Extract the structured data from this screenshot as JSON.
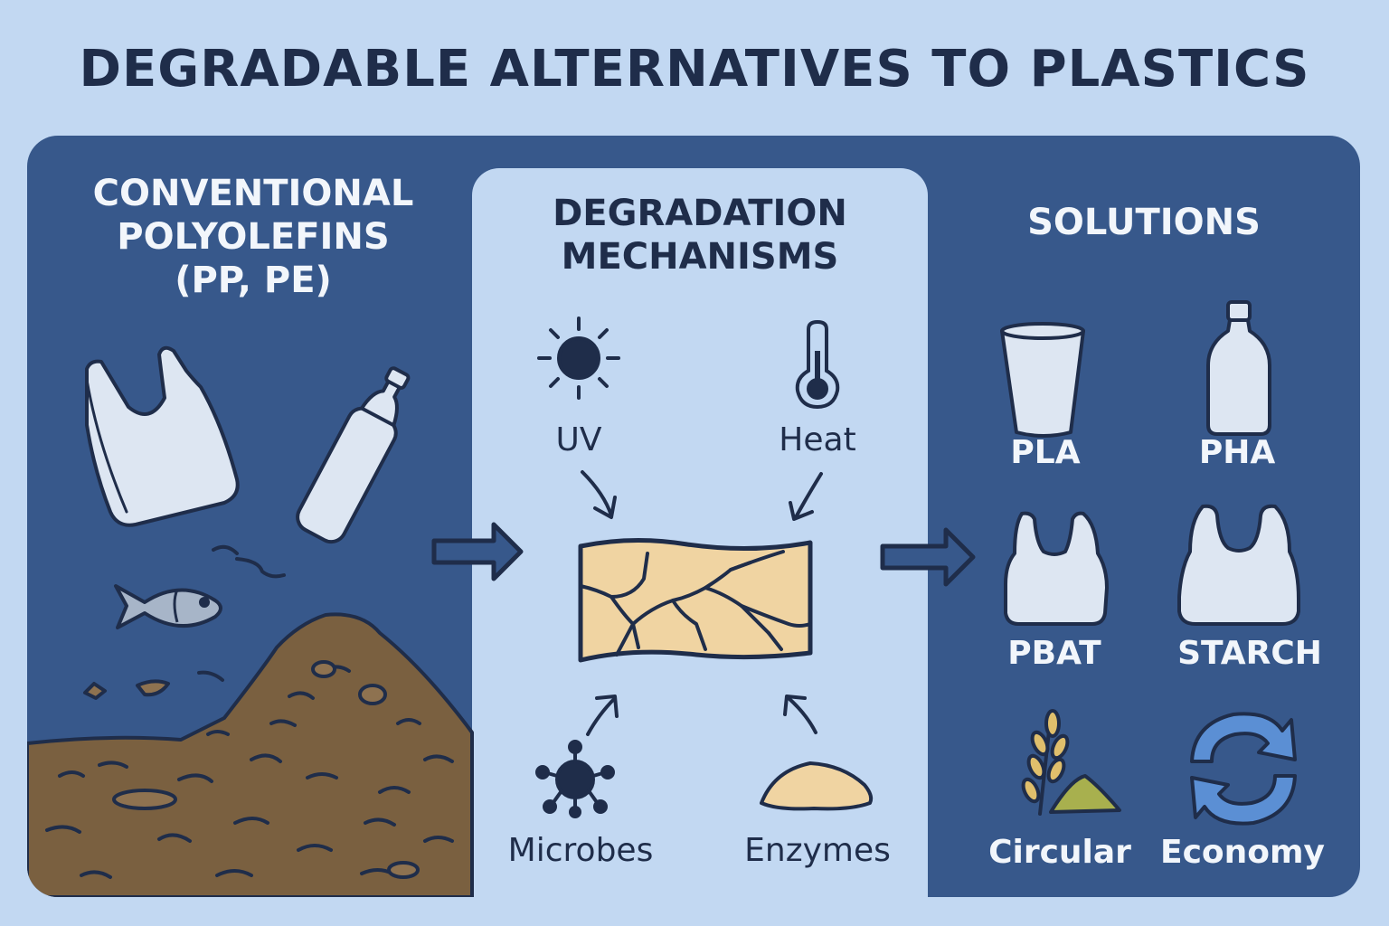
{
  "title": "DEGRADABLE ALTERNATIVES TO PLASTICS",
  "left": {
    "heading_lines": [
      "CONVENTIONAL",
      "POLYOLEFINS",
      "(PP, PE)"
    ]
  },
  "middle": {
    "heading_lines": [
      "DEGRADATION",
      "MECHANISMS"
    ],
    "uv": "UV",
    "heat": "Heat",
    "microbes": "Microbes",
    "enzymes": "Enzymes"
  },
  "right": {
    "heading": "SOLUTIONS",
    "pla": "PLA",
    "pha": "PHA",
    "pbat": "PBAT",
    "starch": "STARCH",
    "circular": "Circular",
    "economy": "Economy"
  },
  "colors": {
    "background": "#c2d8f2",
    "panel": "#37588b",
    "outline": "#1f2d4a",
    "item_fill": "#dde6f2",
    "soil": "#7a6040",
    "cracked_plastic": "#f0d4a2",
    "recycle_arrow": "#5b8fd4",
    "wheat": "#e0bf6c",
    "leaf": "#a8b04e"
  },
  "icons": [
    "plastic-bag-icon",
    "bottle-icon",
    "fish-icon",
    "soil-pile-icon",
    "sun-icon",
    "thermometer-icon",
    "cracked-plastic-icon",
    "microbe-icon",
    "enzyme-pile-icon",
    "cup-icon",
    "wheat-icon",
    "recycle-icon"
  ]
}
